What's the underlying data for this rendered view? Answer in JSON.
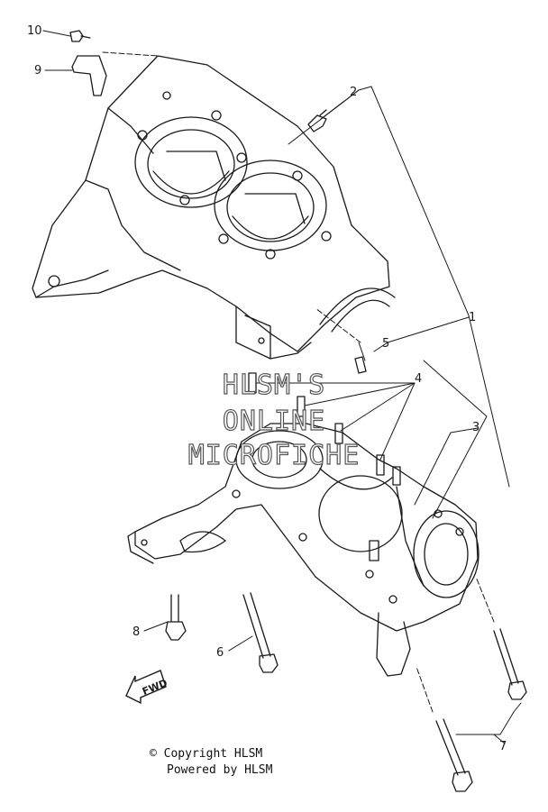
{
  "callouts": [
    "10",
    "9",
    "2",
    "1",
    "5",
    "4",
    "3",
    "8",
    "6",
    "7"
  ],
  "watermark": {
    "line1": "HLSM'S",
    "line2": "ONLINE",
    "line3": "MICROFICHE"
  },
  "fwd_arrow": "FWD",
  "footer": {
    "copyright": "© Copyright HLSM",
    "powered": "Powered by HLSM"
  }
}
